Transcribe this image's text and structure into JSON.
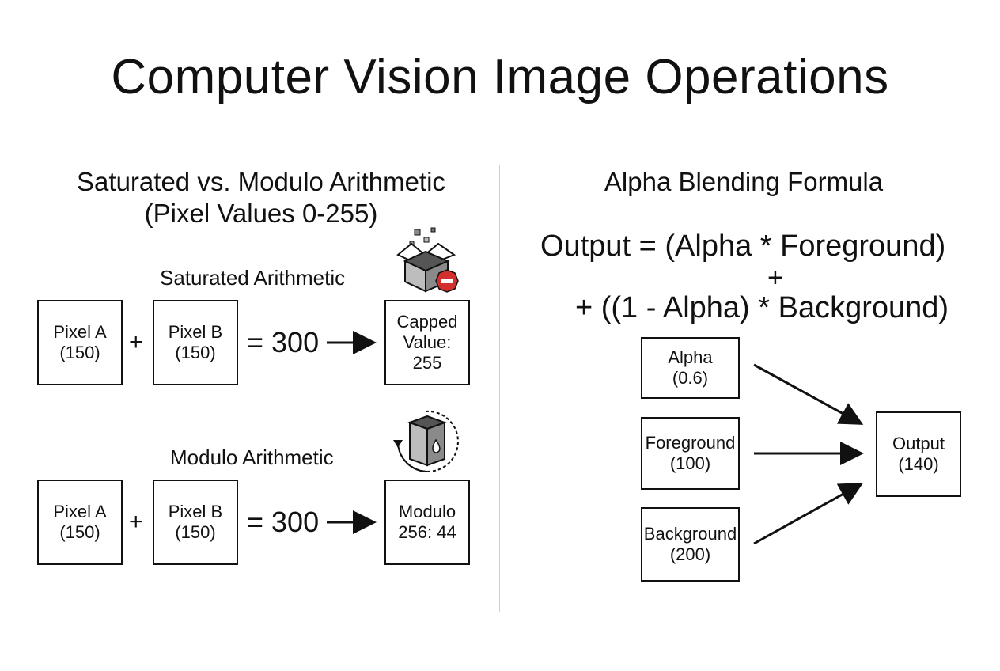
{
  "title": "Computer Vision Image Operations",
  "left_panel": {
    "title_line1": "Saturated vs. Modulo Arithmetic",
    "title_line2": "(Pixel Values 0-255)",
    "saturated": {
      "heading": "Saturated Arithmetic",
      "pixel_a": {
        "label": "Pixel A",
        "value": "(150)"
      },
      "plus": "+",
      "pixel_b": {
        "label": "Pixel B",
        "value": "(150)"
      },
      "equals": "= 300",
      "result_line1": "Capped",
      "result_line2": "Value:",
      "result_line3": "255",
      "icon": "capped-box-no-entry-icon"
    },
    "modulo": {
      "heading": "Modulo Arithmetic",
      "pixel_a": {
        "label": "Pixel A",
        "value": "(150)"
      },
      "plus": "+",
      "pixel_b": {
        "label": "Pixel B",
        "value": "(150)"
      },
      "equals": "= 300",
      "result_line1": "Modulo",
      "result_line2": "256: 44",
      "icon": "wraparound-cube-icon"
    }
  },
  "right_panel": {
    "title": "Alpha Blending Formula",
    "formula_line1": "Output = (Alpha * Foreground)",
    "formula_plus": "+",
    "formula_line2": "+ ((1 - Alpha) * Background)",
    "alpha": {
      "label": "Alpha",
      "value": "(0.6)"
    },
    "foreground": {
      "label": "Foreground",
      "value": "(100)"
    },
    "background": {
      "label": "Background",
      "value": "(200)"
    },
    "output": {
      "label": "Output",
      "value": "(140)"
    }
  },
  "colors": {
    "stroke": "#111111",
    "divider": "#cfcfcf",
    "stop_red": "#d32f2f",
    "box_grey": "#8a8a8a"
  }
}
